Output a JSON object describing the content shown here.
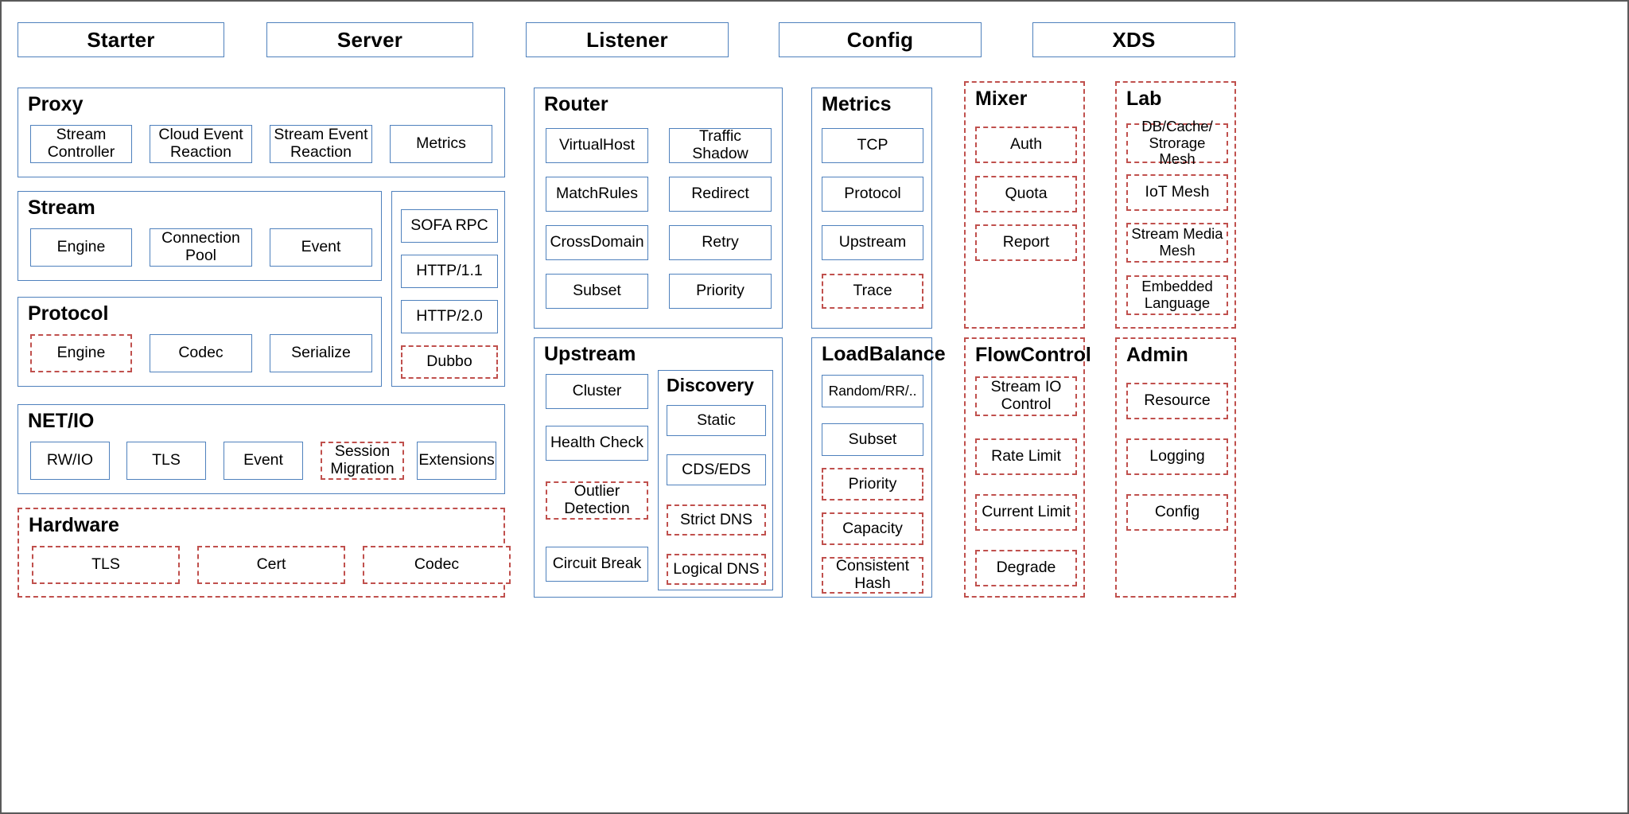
{
  "headers": [
    {
      "label": "Starter"
    },
    {
      "label": "Server"
    },
    {
      "label": "Listener"
    },
    {
      "label": "Config"
    },
    {
      "label": "XDS"
    }
  ],
  "groups": {
    "proxy": {
      "title": "Proxy",
      "style": "solid",
      "items": [
        "Stream Controller",
        "Cloud Event Reaction",
        "Stream Event Reaction",
        "Metrics"
      ]
    },
    "stream": {
      "title": "Stream",
      "style": "solid",
      "items": [
        "Engine",
        "Connection Pool",
        "Event"
      ]
    },
    "protocols": {
      "title": "",
      "style": "solid",
      "items": [
        "SOFA RPC",
        "HTTP/1.1",
        "HTTP/2.0",
        "Dubbo"
      ]
    },
    "protocol": {
      "title": "Protocol",
      "style": "solid",
      "items": [
        "Engine",
        "Codec",
        "Serialize"
      ]
    },
    "netio": {
      "title": "NET/IO",
      "style": "solid",
      "items": [
        "RW/IO",
        "TLS",
        "Event",
        "Session Migration",
        "Extensions"
      ]
    },
    "hardware": {
      "title": "Hardware",
      "style": "dashed",
      "items": [
        "TLS",
        "Cert",
        "Codec"
      ]
    },
    "router": {
      "title": "Router",
      "style": "solid",
      "items": [
        "VirtualHost",
        "Traffic Shadow",
        "MatchRules",
        "Redirect",
        "CrossDomain",
        "Retry",
        "Subset",
        "Priority"
      ]
    },
    "upstream": {
      "title": "Upstream",
      "style": "solid",
      "items": [
        "Cluster",
        "Health Check",
        "Outlier Detection",
        "Circuit Break"
      ]
    },
    "discovery": {
      "title": "Discovery",
      "style": "solid",
      "items": [
        "Static",
        "CDS/EDS",
        "Strict DNS",
        "Logical DNS"
      ]
    },
    "metrics": {
      "title": "Metrics",
      "style": "solid",
      "items": [
        "TCP",
        "Protocol",
        "Upstream",
        "Trace"
      ]
    },
    "loadbalance": {
      "title": "LoadBalance",
      "style": "solid",
      "items": [
        "Random/RR/..",
        "Subset",
        "Priority",
        "Capacity",
        "Consistent Hash"
      ]
    },
    "mixer": {
      "title": "Mixer",
      "style": "dashed",
      "items": [
        "Auth",
        "Quota",
        "Report"
      ]
    },
    "flowcontrol": {
      "title": "FlowControl",
      "style": "dashed",
      "items": [
        "Stream IO Control",
        "Rate Limit",
        "Current Limit",
        "Degrade"
      ]
    },
    "lab": {
      "title": "Lab",
      "style": "dashed",
      "items": [
        "DB/Cache/ Strorage Mesh",
        "IoT Mesh",
        "Stream Media Mesh",
        "Embedded Language"
      ]
    },
    "admin": {
      "title": "Admin",
      "style": "dashed",
      "items": [
        "Resource",
        "Logging",
        "Config"
      ]
    }
  },
  "colors": {
    "solid_border": "#4f81bd",
    "dashed_border": "#c0504d",
    "background": "#ffffff",
    "text": "#000000",
    "page_border": "#5a5a5a"
  }
}
